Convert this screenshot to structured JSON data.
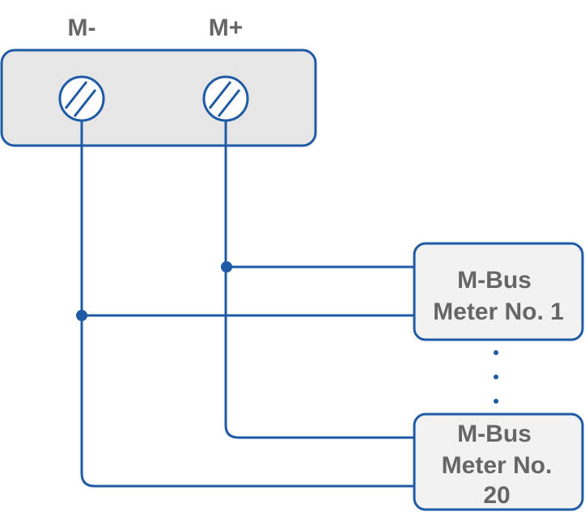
{
  "terminal_block": {
    "minus_label": "M-",
    "plus_label": "M+"
  },
  "meters": [
    {
      "line1": "M-Bus",
      "line2": "Meter No. 1",
      "line3": ""
    },
    {
      "line1": "M-Bus",
      "line2": "Meter No.",
      "line3": "20"
    }
  ],
  "colors": {
    "wire": "#1f5aa6",
    "terminal_fill": "#e6e6e6",
    "meter_fill": "#f2f2f2",
    "label": "#666666"
  }
}
